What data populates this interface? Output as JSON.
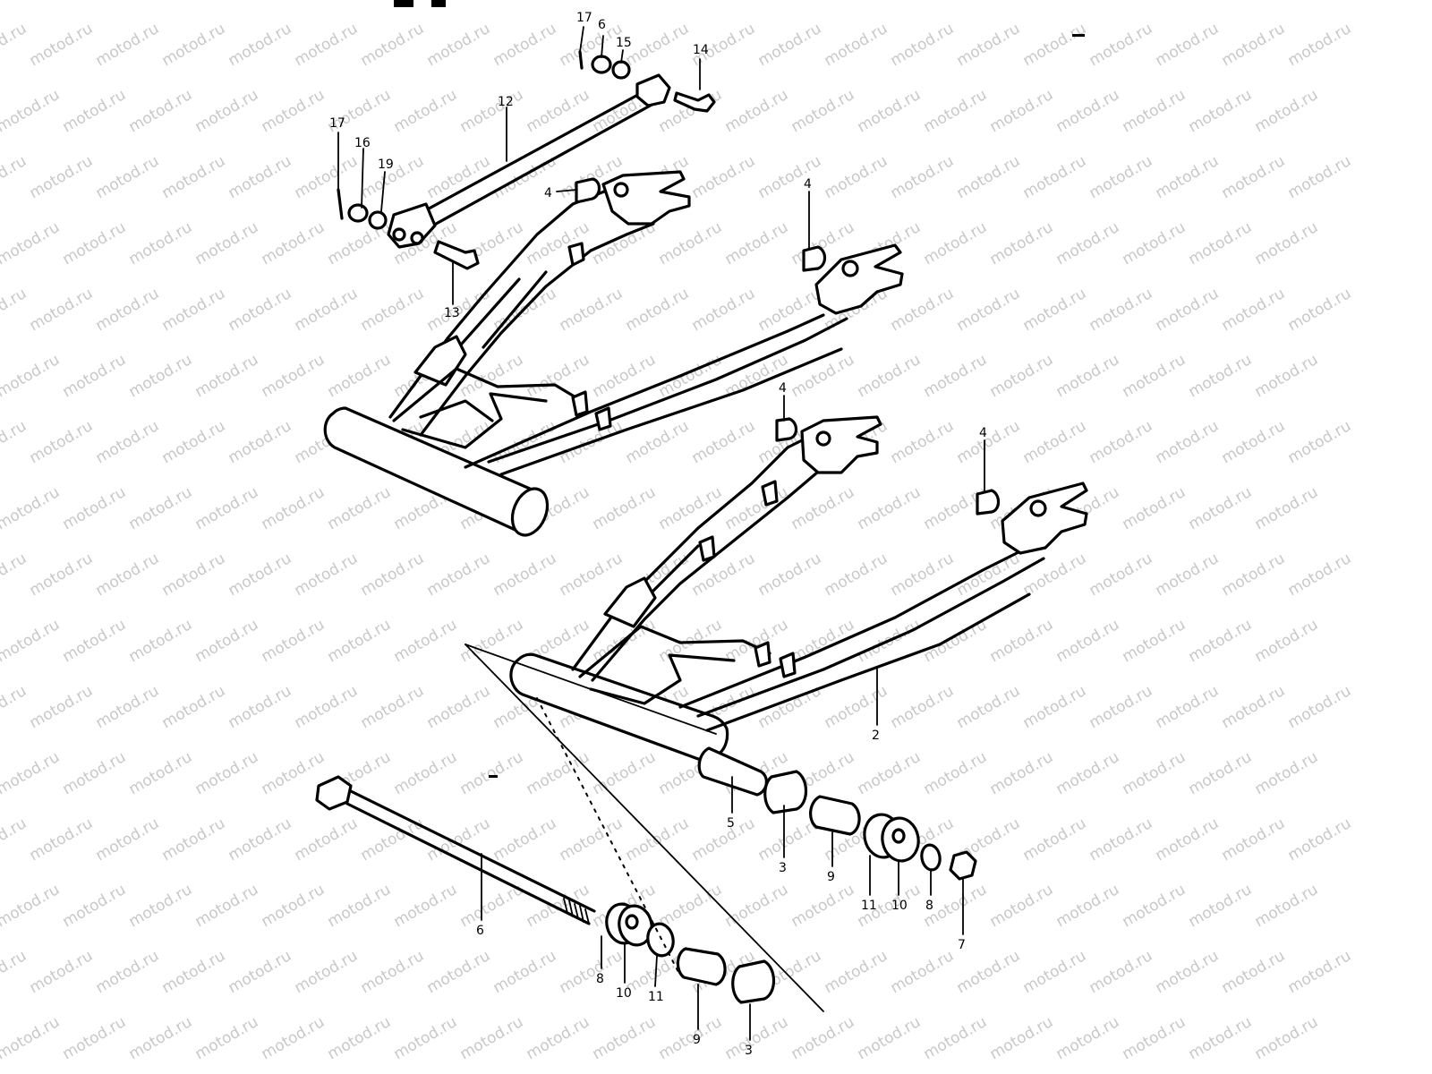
{
  "watermark": {
    "text": "motod.ru",
    "color": "#c8c8c8"
  },
  "diagram": {
    "callouts": [
      {
        "id": "c17a",
        "text": "17"
      },
      {
        "id": "c16a",
        "text": "6"
      },
      {
        "id": "c15",
        "text": "15"
      },
      {
        "id": "c14",
        "text": "14"
      },
      {
        "id": "c12",
        "text": "12"
      },
      {
        "id": "c17b",
        "text": "17"
      },
      {
        "id": "c16b",
        "text": "16"
      },
      {
        "id": "c19",
        "text": "19"
      },
      {
        "id": "c13",
        "text": "13"
      },
      {
        "id": "c4a",
        "text": "4"
      },
      {
        "id": "c4b",
        "text": "4"
      },
      {
        "id": "c4c",
        "text": "4"
      },
      {
        "id": "c4d",
        "text": "4"
      },
      {
        "id": "c2",
        "text": "2"
      },
      {
        "id": "c5",
        "text": "5"
      },
      {
        "id": "c3a",
        "text": "3"
      },
      {
        "id": "c9a",
        "text": "9"
      },
      {
        "id": "c11a",
        "text": "11"
      },
      {
        "id": "c10a",
        "text": "10"
      },
      {
        "id": "c8a",
        "text": "8"
      },
      {
        "id": "c7",
        "text": "7"
      },
      {
        "id": "c6",
        "text": "6"
      },
      {
        "id": "c8b",
        "text": "8"
      },
      {
        "id": "c10b",
        "text": "10"
      },
      {
        "id": "c11b",
        "text": "11"
      },
      {
        "id": "c9b",
        "text": "9"
      },
      {
        "id": "c3b",
        "text": "3"
      }
    ]
  }
}
